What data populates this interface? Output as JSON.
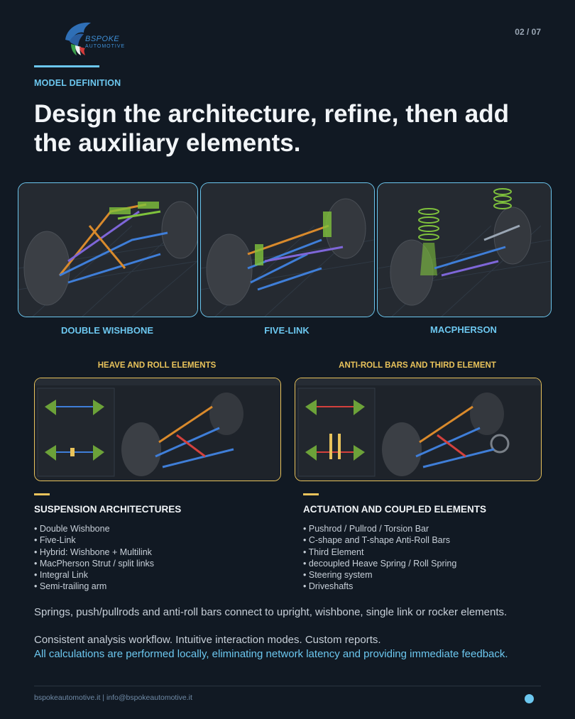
{
  "page": {
    "page_number": "02 / 07",
    "eyebrow": "MODEL DEFINITION",
    "title": "Design the architecture, refine, then add the auxiliary elements."
  },
  "logo": {
    "line1": "BSPOKE",
    "line2": "AUTOMOTIVE"
  },
  "cards": [
    {
      "label": "DOUBLE WISHBONE"
    },
    {
      "label": "FIVE-LINK"
    },
    {
      "label": "MACPHERSON"
    }
  ],
  "screens": [
    {
      "label": "HEAVE AND ROLL ELEMENTS"
    },
    {
      "label": "ANTI-ROLL BARS AND THIRD ELEMENT"
    }
  ],
  "sections": {
    "left": {
      "title": "SUSPENSION ARCHITECTURES",
      "items": [
        "Double Wishbone",
        "Five-Link",
        "Hybrid: Wishbone + Multilink",
        "MacPherson Strut / split links",
        "Integral Link",
        "Semi-trailing arm"
      ]
    },
    "right": {
      "title": "ACTUATION AND COUPLED ELEMENTS",
      "items": [
        "Pushrod / Pullrod / Torsion Bar",
        "C-shape and T-shape Anti-Roll Bars",
        "Third Element",
        "decoupled Heave Spring / Roll Spring",
        "Steering system",
        "Driveshafts"
      ]
    }
  },
  "paragraphs": {
    "p1": "Springs, push/pullrods and anti-roll bars connect to upright, wishbone, single link or rocker elements.",
    "p2": "Consistent analysis workflow. Intuitive interaction modes. Custom reports.",
    "p3": "All calculations are performed locally, eliminating network latency and providing immediate feedback."
  },
  "footer": {
    "text": "bspokeautomotive.it  |  info@bspokeautomotive.it"
  },
  "colors": {
    "background": "#111923",
    "accent_blue": "#6cc7ef",
    "accent_yellow": "#e9c35b"
  }
}
